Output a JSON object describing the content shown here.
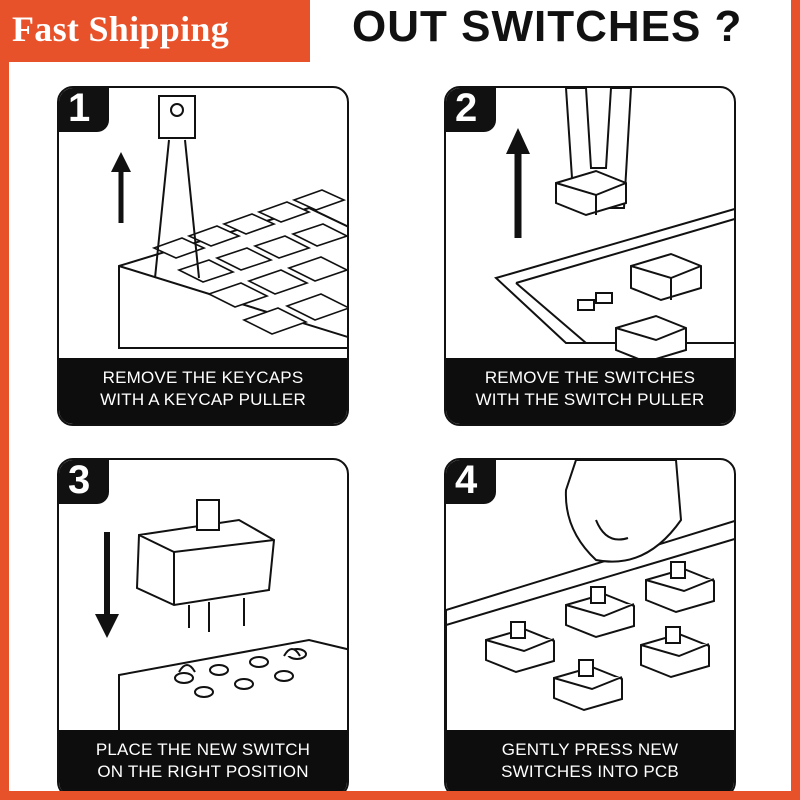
{
  "badge": {
    "label": "Fast Shipping"
  },
  "heading": {
    "text": "OUT SWITCHES ?"
  },
  "steps": [
    {
      "number": "1",
      "line1": "REMOVE THE KEYCAPS",
      "line2": "WITH A KEYCAP PULLER"
    },
    {
      "number": "2",
      "line1": "REMOVE THE SWITCHES",
      "line2": "WITH THE SWITCH PULLER"
    },
    {
      "number": "3",
      "line1": "PLACE THE NEW SWITCH",
      "line2": "ON THE RIGHT POSITION"
    },
    {
      "number": "4",
      "line1": "GENTLY PRESS NEW",
      "line2": "SWITCHES INTO PCB"
    }
  ],
  "colors": {
    "accent": "#e8522a",
    "ink": "#111111"
  }
}
